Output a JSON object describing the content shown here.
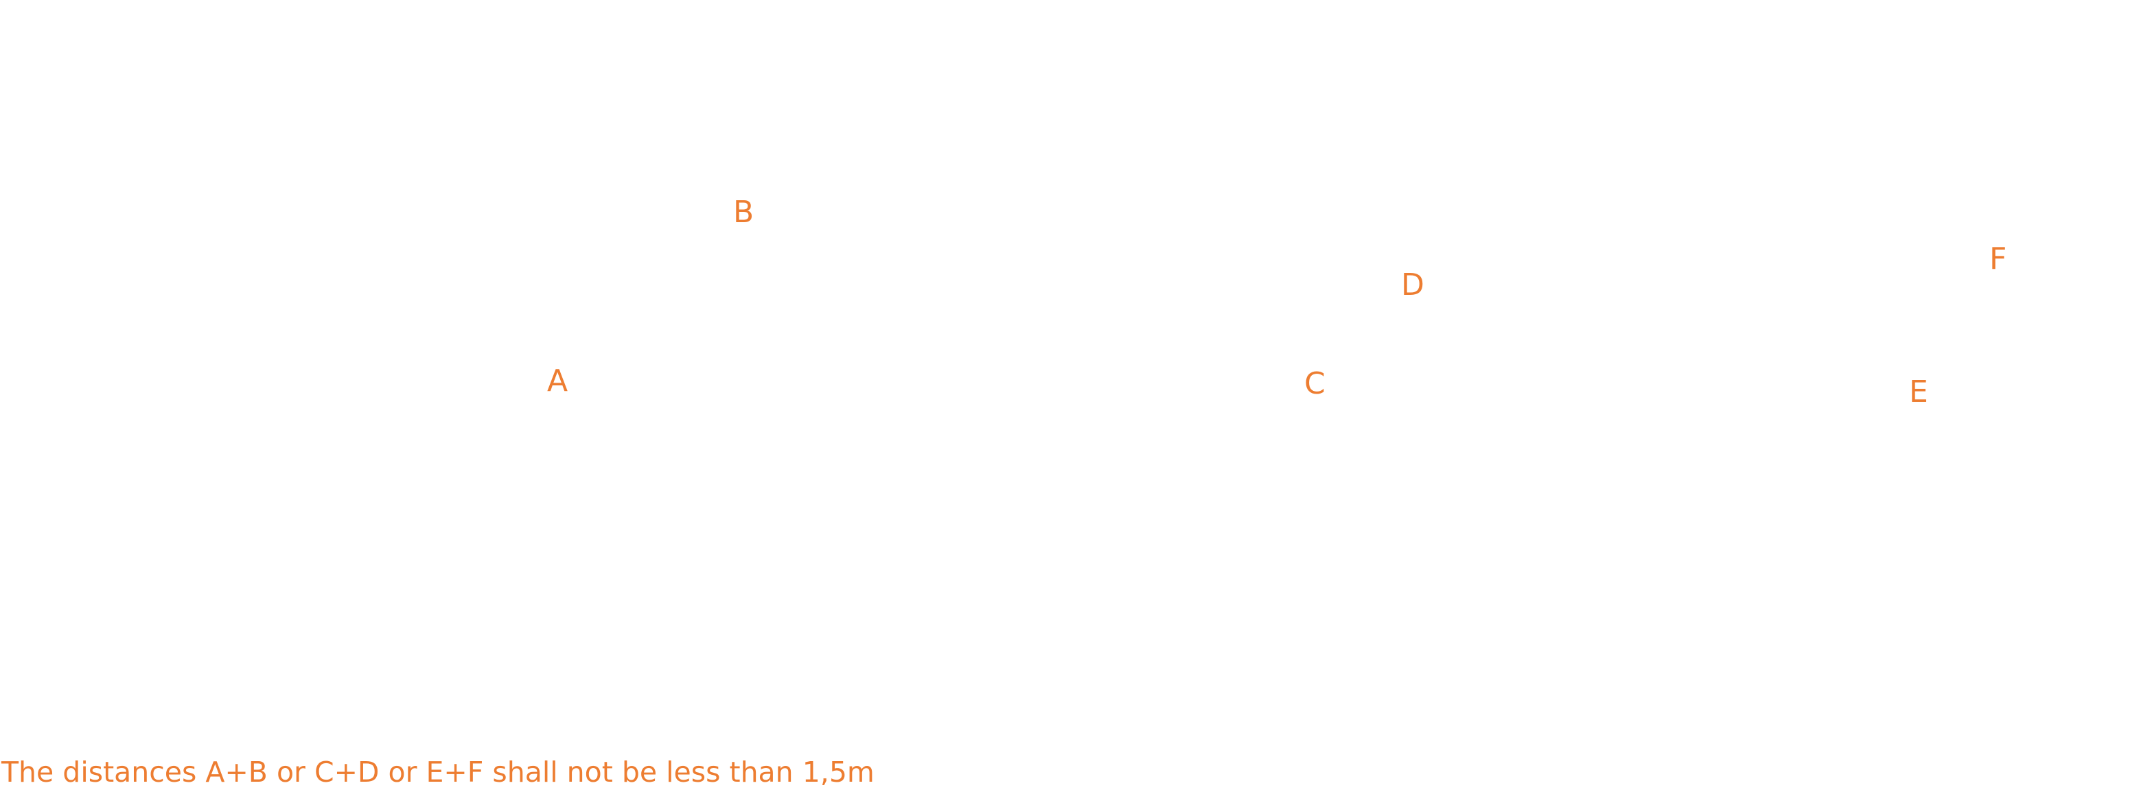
{
  "points": {
    "a": "A",
    "b": "B",
    "c": "C",
    "d": "D",
    "e": "E",
    "f": "F"
  },
  "note": "The distances A+B or C+D or E+F shall not be less than 1,5m",
  "colors": {
    "label": "#ED7D31",
    "background": "#ffffff"
  }
}
